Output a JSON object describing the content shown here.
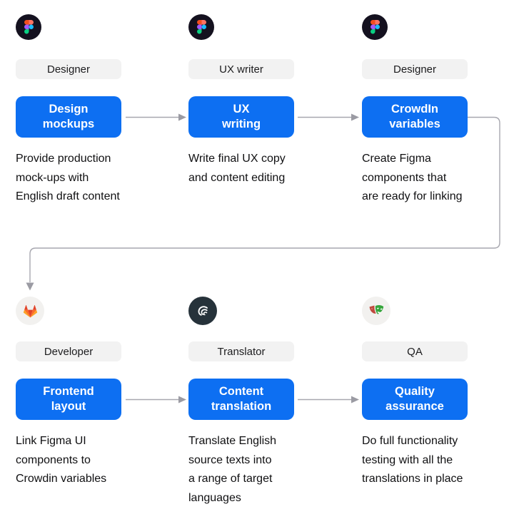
{
  "colors": {
    "background": "#ffffff",
    "accent_blue": "#0d6ff2",
    "button_text": "#ffffff",
    "pill_bg": "#f2f2f2",
    "pill_text": "#1c1c1e",
    "description_text": "#101012",
    "connector_gray": "#a7a7af",
    "figma_badge_bg": "#14111f",
    "crowdin_badge_bg": "#26323a",
    "light_badge_bg": "#f2f1ef"
  },
  "cards": [
    {
      "icon": "figma-icon",
      "role": "Designer",
      "button": {
        "line1": "Design",
        "line2": "mockups"
      },
      "description": [
        "Provide production",
        "mock-ups with",
        "English draft content"
      ]
    },
    {
      "icon": "figma-icon",
      "role": "UX writer",
      "button": {
        "line1": "UX",
        "line2": "writing"
      },
      "description": [
        "Write final UX copy",
        "and content editing"
      ]
    },
    {
      "icon": "figma-icon",
      "role": "Designer",
      "button": {
        "line1": "CrowdIn",
        "line2": "variables"
      },
      "description": [
        "Create Figma",
        "components that",
        "are ready for linking"
      ]
    },
    {
      "icon": "gitlab-icon",
      "role": "Developer",
      "button": {
        "line1": "Frontend",
        "line2": "layout"
      },
      "description": [
        "Link Figma UI",
        "components to",
        "Crowdin variables"
      ]
    },
    {
      "icon": "crowdin-icon",
      "role": "Translator",
      "button": {
        "line1": "Content",
        "line2": "translation"
      },
      "description": [
        "Translate English",
        "source texts into",
        "a range of target",
        "languages"
      ]
    },
    {
      "icon": "playwright-masks-icon",
      "role": "QA",
      "button": {
        "line1": "Quality",
        "line2": "assurance"
      },
      "description": [
        "Do full functionality",
        "testing with all the",
        "translations in place"
      ]
    }
  ]
}
